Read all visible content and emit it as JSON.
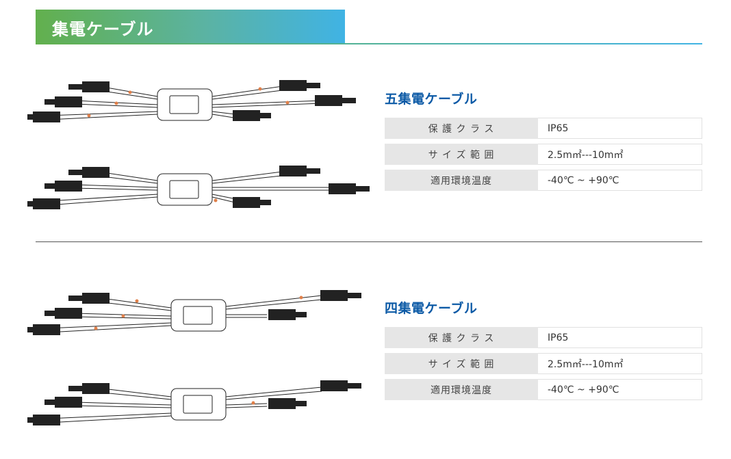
{
  "header": {
    "title": "集電ケーブル"
  },
  "products": [
    {
      "title": "五集電ケーブル",
      "specs": [
        {
          "label": "保 護 ク ラ ス",
          "value": "IP65"
        },
        {
          "label": "サ イ ズ 範 囲",
          "value": "2.5m㎡---10m㎡"
        },
        {
          "label": "適用環境温度",
          "value": "-40℃ ~ +90℃"
        }
      ]
    },
    {
      "title": "四集電ケーブル",
      "specs": [
        {
          "label": "保 護 ク ラ ス",
          "value": "IP65"
        },
        {
          "label": "サ イ ズ 範 囲",
          "value": "2.5m㎡---10m㎡"
        },
        {
          "label": "適用環境温度",
          "value": "-40℃ ~ +90℃"
        }
      ]
    }
  ]
}
